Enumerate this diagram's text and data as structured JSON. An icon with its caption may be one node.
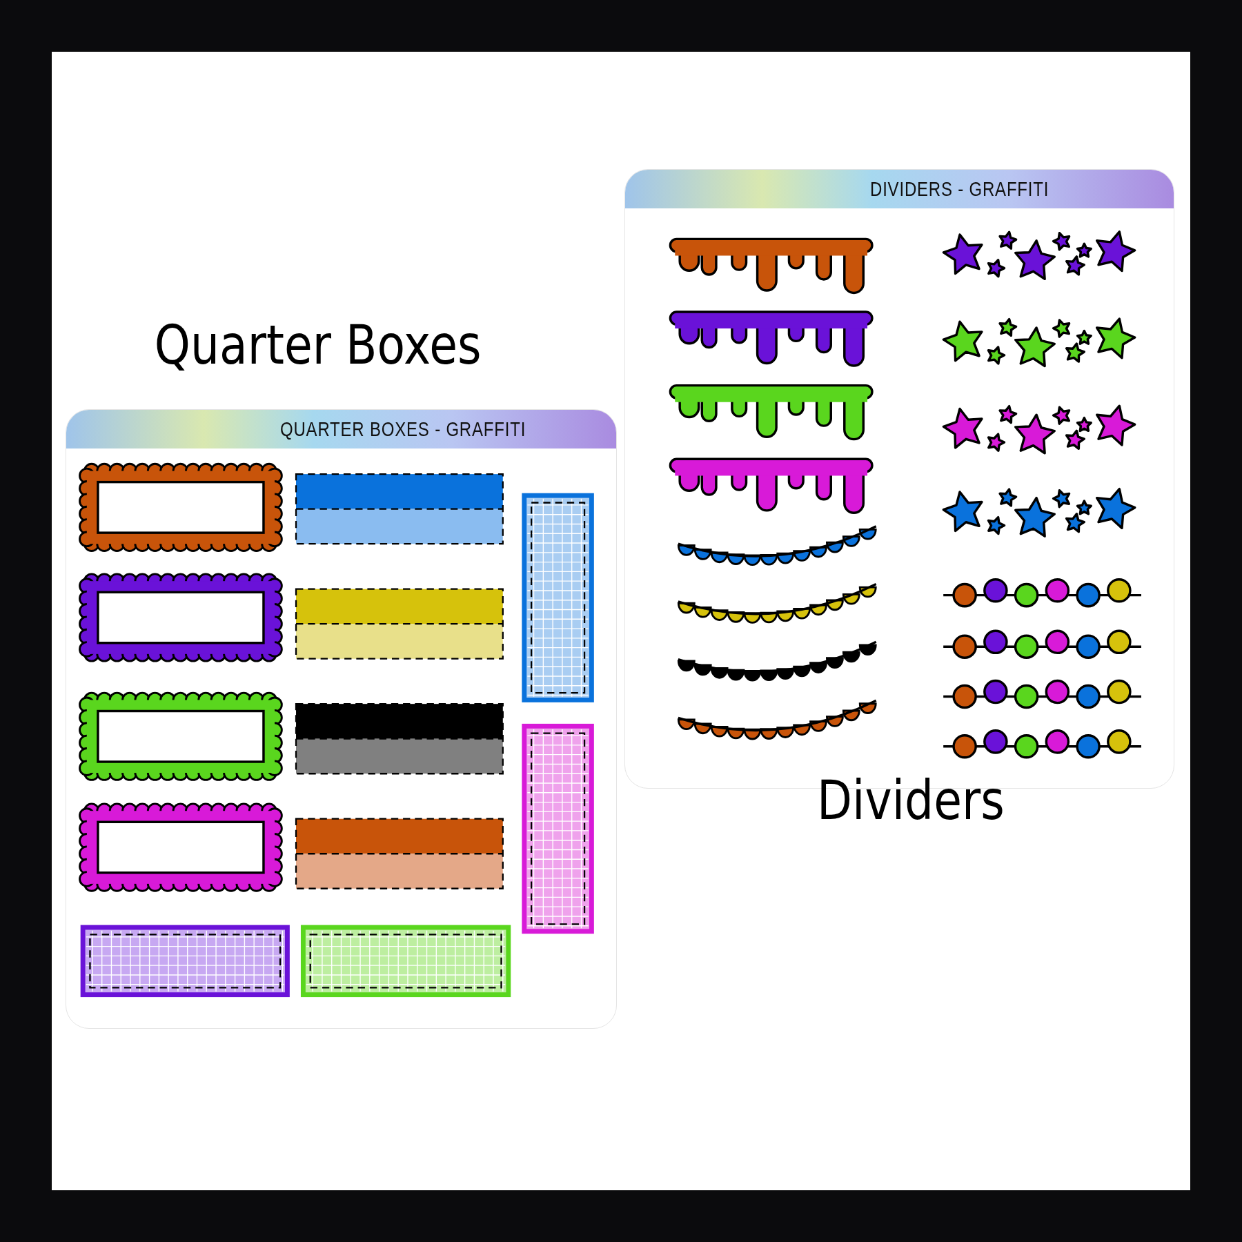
{
  "diagram": {
    "nodes": [
      {
        "text": [
          "QUARTER BOXES - GRAFFITI"
        ],
        "beside": [
          "Quarter Boxes"
        ]
      },
      {
        "text": [
          "DIVIDERS - GRAFFITI"
        ],
        "beside": [
          "Dividers"
        ]
      }
    ]
  }
}
